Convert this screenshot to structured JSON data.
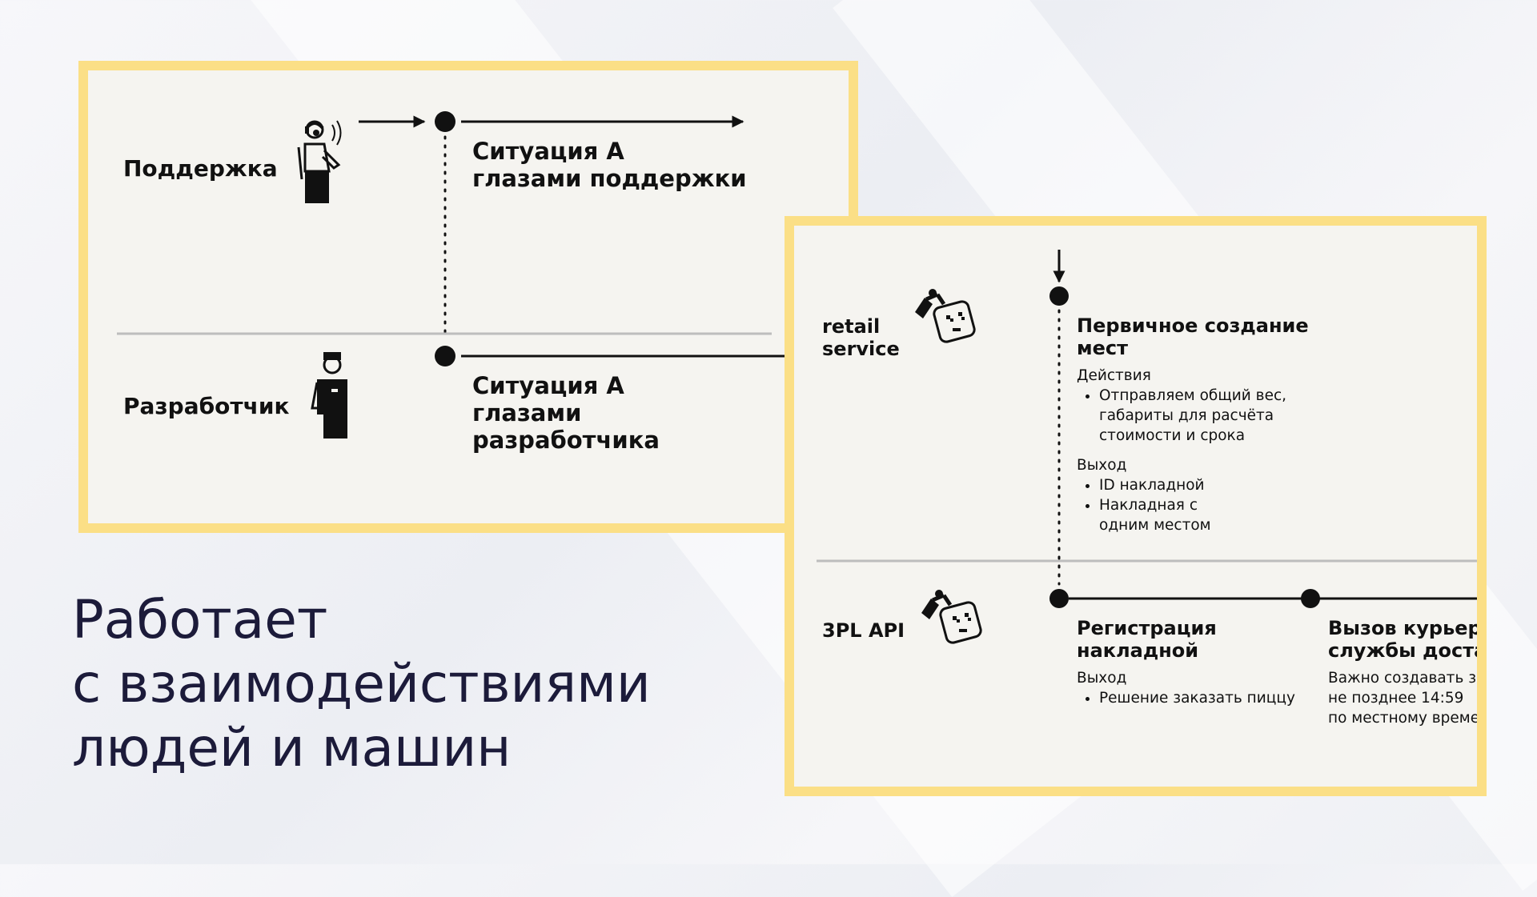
{
  "card1": {
    "row1_label": "Поддержка",
    "row1_title": [
      "Ситуация А",
      "глазами поддержки"
    ],
    "row2_label": "Разработчик",
    "row2_title": [
      "Ситуация А",
      "глазами",
      "разработчика"
    ]
  },
  "card2": {
    "row1_label": [
      "retail",
      "service"
    ],
    "step1_title": [
      "Первичное создание",
      "мест"
    ],
    "step1_actions_heading": "Действия",
    "step1_actions": [
      "Отправляем общий вес, габариты для расчёта стоимости и срока"
    ],
    "step1_output_heading": "Выход",
    "step1_outputs": [
      "ID накладной",
      "Накладная с одним местом"
    ],
    "row2_label": "3PL API",
    "step2_title": [
      "Регистрация",
      "накладной"
    ],
    "step2_output_heading": "Выход",
    "step2_outputs": [
      "Решение заказать пиццу"
    ],
    "step3_title": [
      "Вызов курьера",
      "службы доставки"
    ],
    "step3_text": [
      "Важно создавать за",
      "не позднее 14:59",
      "по местному времени"
    ]
  },
  "headline": [
    "Работает",
    "с взаимодействиями",
    "людей и машин"
  ],
  "colors": {
    "card_border": "#fbdf86",
    "card_bg": "#f5f4f0",
    "headline": "#1c1b3a",
    "ink": "#111111"
  },
  "icons": [
    "support-agent-icon",
    "developer-icon",
    "robot-icon"
  ]
}
